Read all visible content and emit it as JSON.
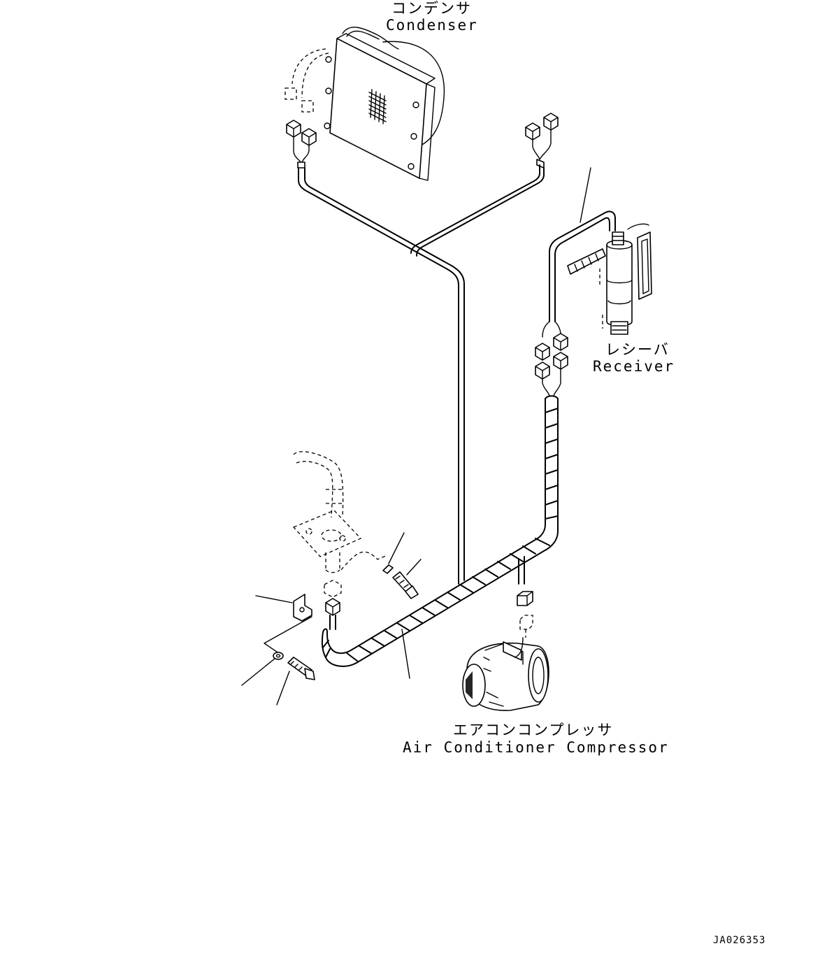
{
  "labels": {
    "condenser_jp": "コンデンサ",
    "condenser_en": "Condenser",
    "receiver_jp": "レシーバ",
    "receiver_en": "Receiver",
    "compressor_jp": "エアコンコンプレッサ",
    "compressor_en": "Air Conditioner Compressor"
  },
  "drawing_number": "JA026353"
}
